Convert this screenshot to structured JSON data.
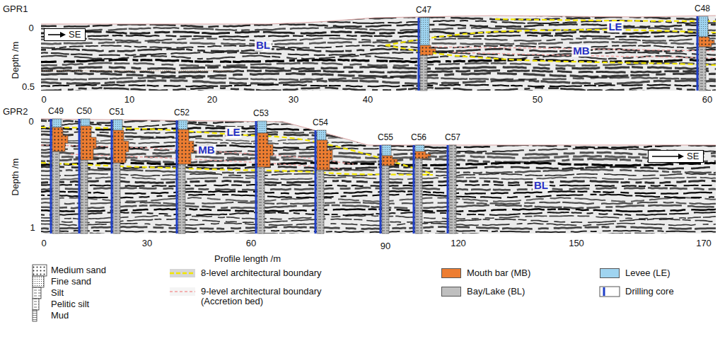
{
  "diagram": {
    "nodes": [
      {
        "text": [
          "GPR1"
        ]
      },
      {
        "text": [
          "SE"
        ],
        "in": 0
      },
      {
        "text": [
          "C47"
        ],
        "in": 0
      },
      {
        "text": [
          "C48"
        ],
        "in": 0
      },
      {
        "text": [
          "GPR2"
        ]
      },
      {
        "text": [
          "C49"
        ],
        "in": 4
      },
      {
        "text": [
          "C50"
        ],
        "in": 4
      },
      {
        "text": [
          "C51"
        ],
        "in": 4
      },
      {
        "text": [
          "C52"
        ],
        "in": 4
      },
      {
        "text": [
          "C53"
        ],
        "in": 4
      },
      {
        "text": [
          "C54"
        ],
        "in": 4
      },
      {
        "text": [
          "C55"
        ],
        "in": 4
      },
      {
        "text": [
          "C56"
        ],
        "in": 4
      },
      {
        "text": [
          "C57"
        ],
        "in": 4
      },
      {
        "text": [
          "SE"
        ],
        "in": 4
      }
    ],
    "labels": [
      "Depth /m",
      "0",
      "0.5",
      "BL",
      "MB",
      "LE",
      "0",
      "10",
      "20",
      "30",
      "40",
      "50",
      "60",
      "Depth /m",
      "0",
      "1",
      "LE",
      "MB",
      "BL",
      "0",
      "30",
      "60",
      "90",
      "120",
      "150",
      "170",
      "Profile length /m"
    ],
    "legend": [
      {
        "text": "Medium sand"
      },
      {
        "text": "Fine sand"
      },
      {
        "text": "Silt"
      },
      {
        "text": "Pelitic silt"
      },
      {
        "text": "Mud"
      },
      {
        "text": "8-level architectural boundary"
      },
      {
        "text": "9-level architectural boundary (Accretion bed)"
      },
      {
        "text": "Mouth bar (MB)",
        "color": "#ed7d31"
      },
      {
        "text": "Bay/Lake (BL)",
        "color": "#bfbfbf"
      },
      {
        "text": "Levee (LE)",
        "color": "#9fd4f0"
      },
      {
        "text": "Drilling core"
      }
    ]
  }
}
